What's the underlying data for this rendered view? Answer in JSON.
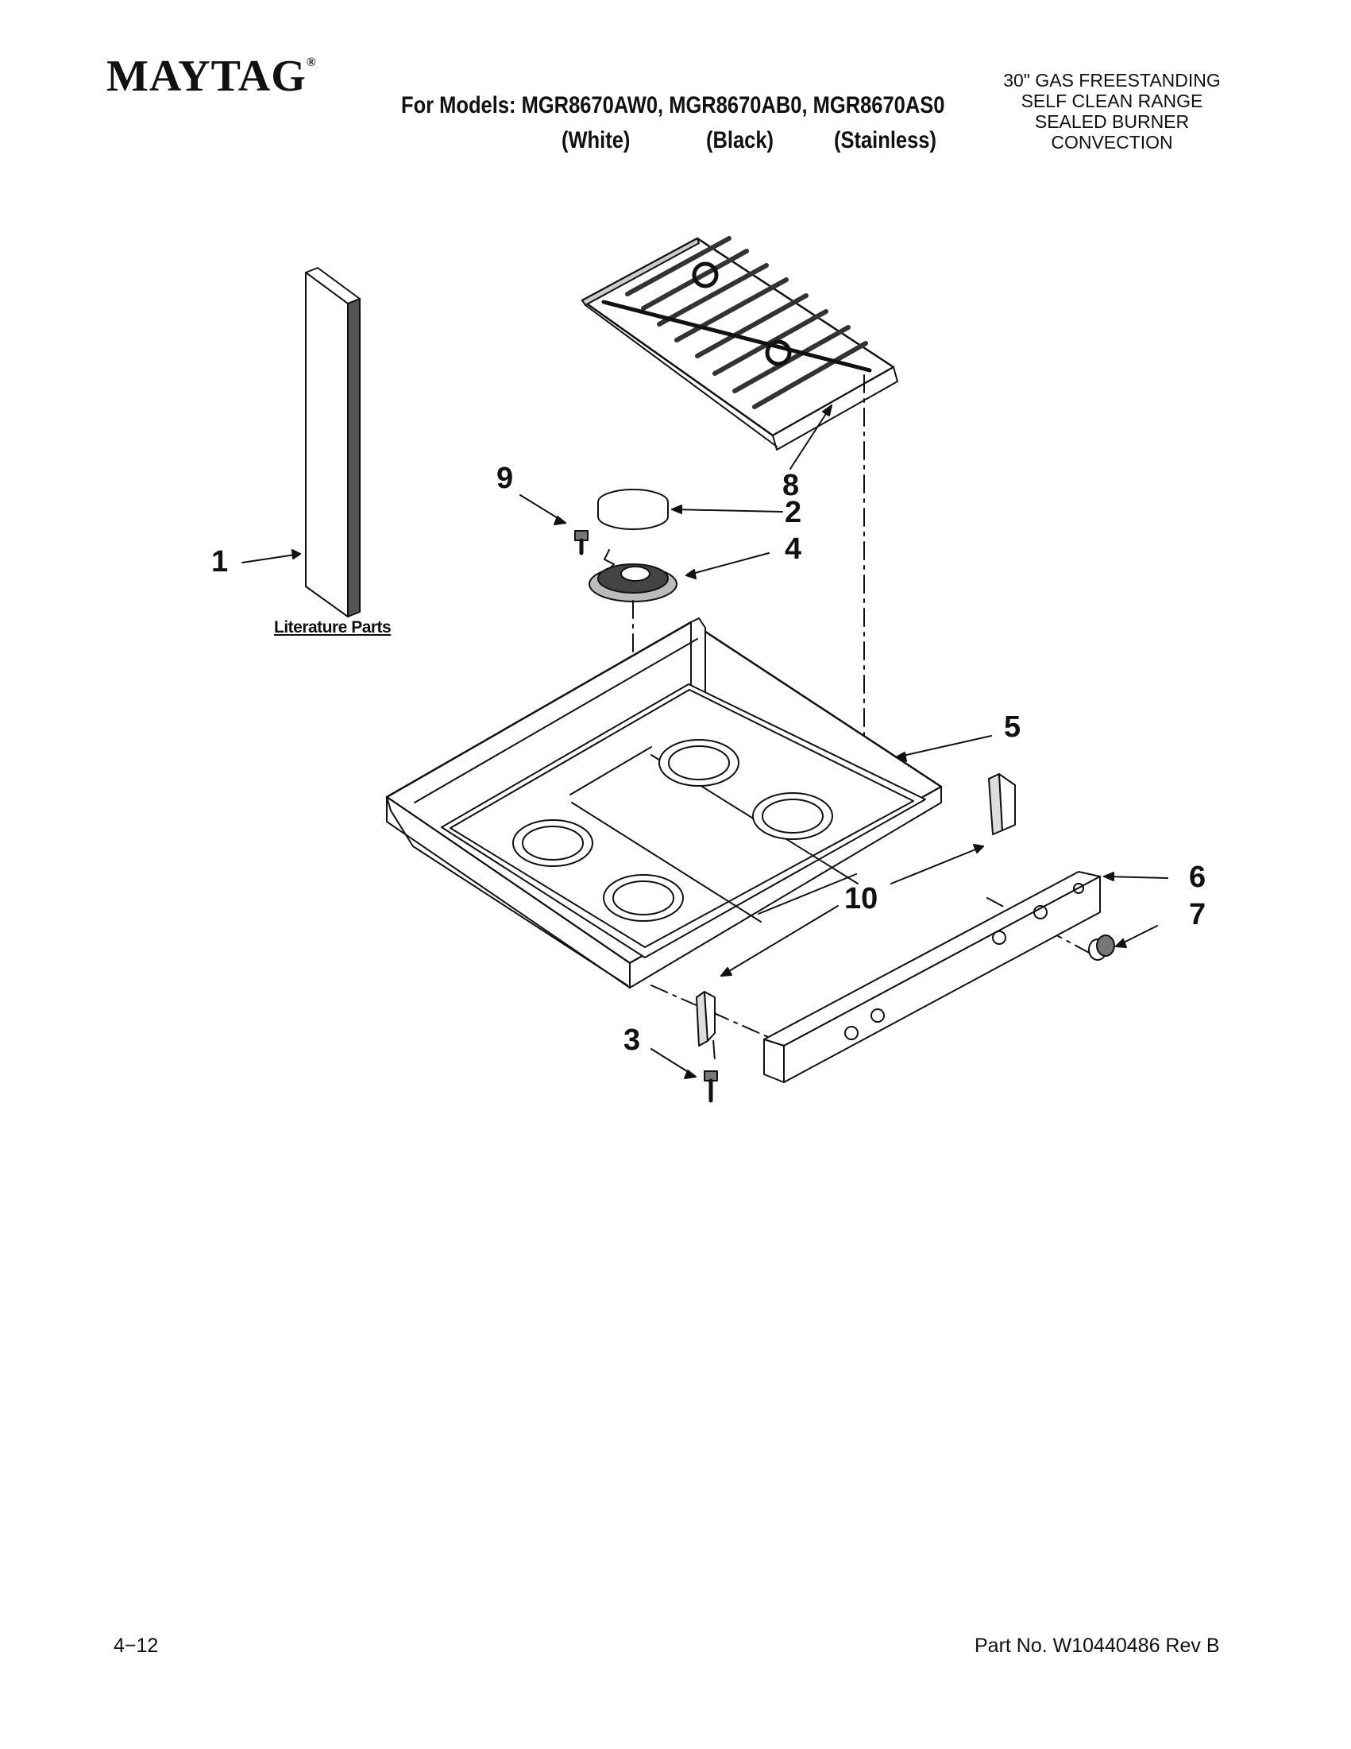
{
  "header": {
    "brand": "MAYTAG",
    "models_line": "For Models: MGR8670AW0, MGR8670AB0, MGR8670AS0",
    "variants": [
      "(White)",
      "(Black)",
      "(Stainless)"
    ],
    "description": [
      "30\" GAS FREESTANDING",
      "SELF CLEAN RANGE",
      "SEALED BURNER",
      "CONVECTION"
    ]
  },
  "diagram": {
    "literature_label": "Literature Parts",
    "callouts": [
      "1",
      "2",
      "3",
      "4",
      "5",
      "6",
      "7",
      "8",
      "9",
      "10"
    ]
  },
  "footer": {
    "page": "4−12",
    "part_number": "Part No. W10440486 Rev B"
  }
}
